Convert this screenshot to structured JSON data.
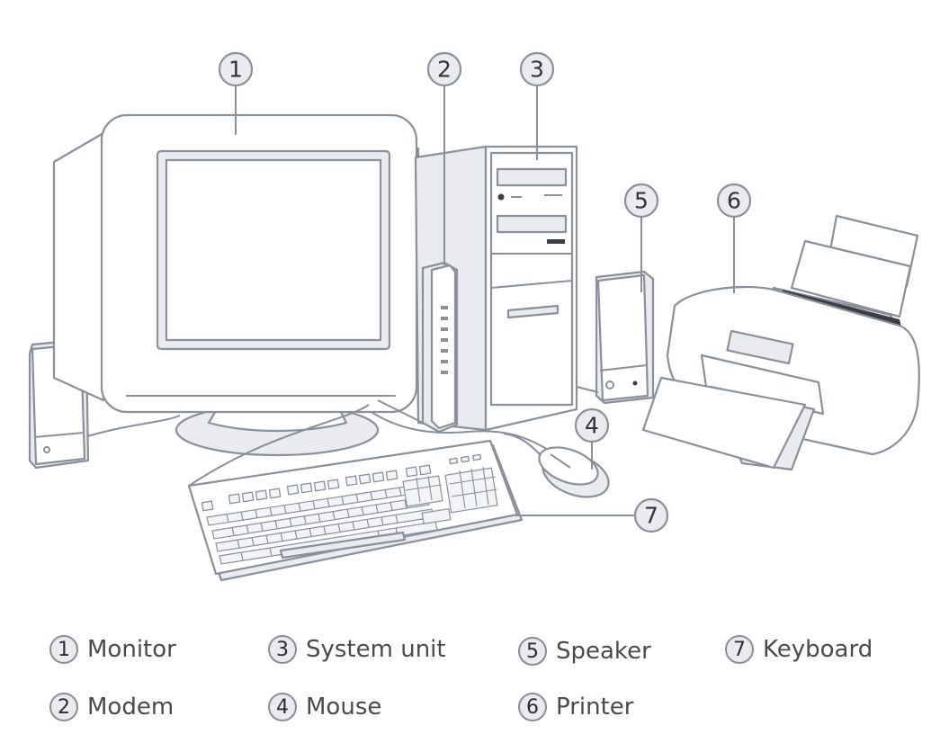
{
  "callouts": [
    "1",
    "2",
    "3",
    "4",
    "5",
    "6",
    "7"
  ],
  "legend": [
    {
      "number": "1",
      "label": "Monitor"
    },
    {
      "number": "2",
      "label": "Modem"
    },
    {
      "number": "3",
      "label": "System unit"
    },
    {
      "number": "4",
      "label": "Mouse"
    },
    {
      "number": "5",
      "label": "Speaker"
    },
    {
      "number": "6",
      "label": "Printer"
    },
    {
      "number": "7",
      "label": "Keyboard"
    }
  ],
  "colors": {
    "outline": "#8a9099",
    "body_fill": "#ffffff",
    "shadow_fill": "#e9ebee",
    "badge_fill": "#e9ebee",
    "dark_accent": "#3a3f45"
  }
}
